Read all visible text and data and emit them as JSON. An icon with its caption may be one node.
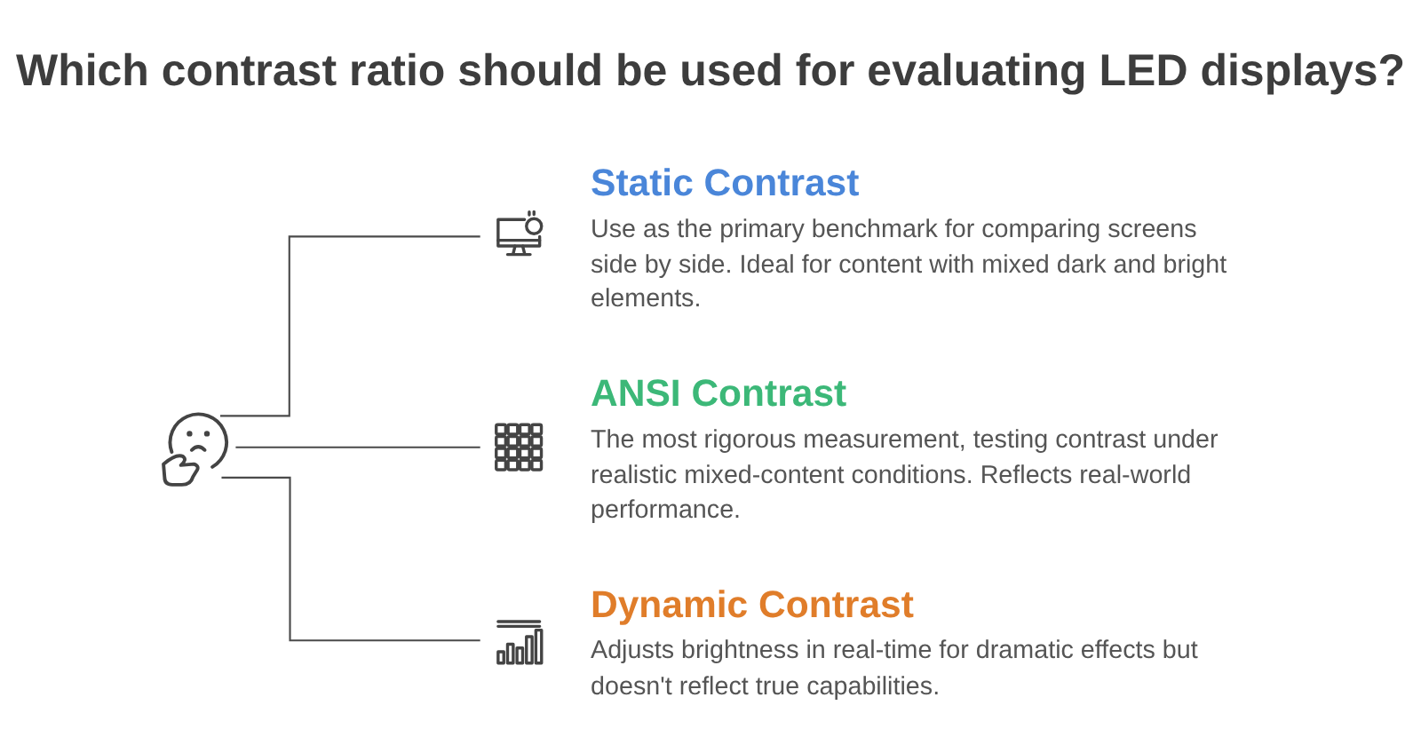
{
  "diagram": {
    "title": "Which contrast ratio should be used for evaluating LED displays?",
    "nodes": [
      {
        "text": [],
        "shape": "picture"
      },
      {
        "text": [
          "Static Contrast",
          "Use as the primary benchmark for comparing screens side by side. Ideal for content with mixed dark and bright elements."
        ]
      },
      {
        "text": [
          "ANSI Contrast",
          "The most rigorous measurement, testing contrast under realistic mixed-content conditions. Reflects real-world performance."
        ]
      },
      {
        "text": [
          "Dynamic Contrast",
          "Adjusts brightness in real-time for dramatic effects but doesn't reflect true capabilities."
        ]
      }
    ],
    "edges": [
      {
        "from": 0,
        "to": 1,
        "arrow": "none"
      },
      {
        "from": 0,
        "to": 2,
        "arrow": "none"
      },
      {
        "from": 0,
        "to": 3,
        "arrow": "none"
      }
    ]
  }
}
